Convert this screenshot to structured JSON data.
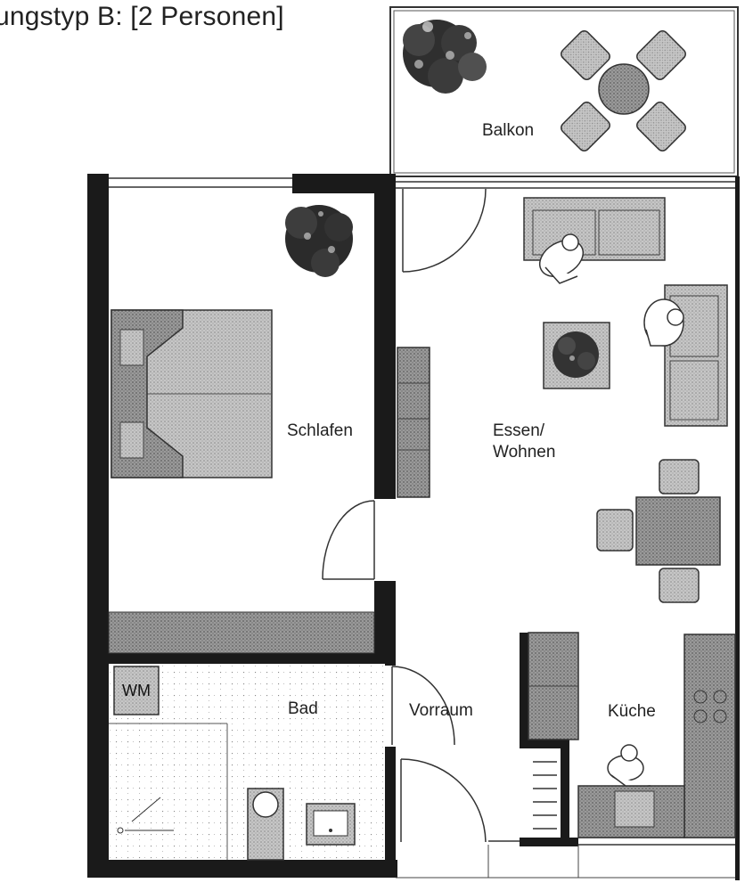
{
  "heading": "ungstyp B:  [2 Personen]",
  "rooms": {
    "balkon": "Balkon",
    "schlafen": "Schlafen",
    "essen_line1": "Essen/",
    "essen_line2": "Wohnen",
    "bad": "Bad",
    "vorraum": "Vorraum",
    "kueche": "Küche",
    "wm": "WM"
  },
  "colors": {
    "wall": "#1a1a1a",
    "line": "#333333",
    "furniture": "#b9b9b9",
    "furniture_dark": "#8e8e8e",
    "plant": "#2b2b2b"
  }
}
